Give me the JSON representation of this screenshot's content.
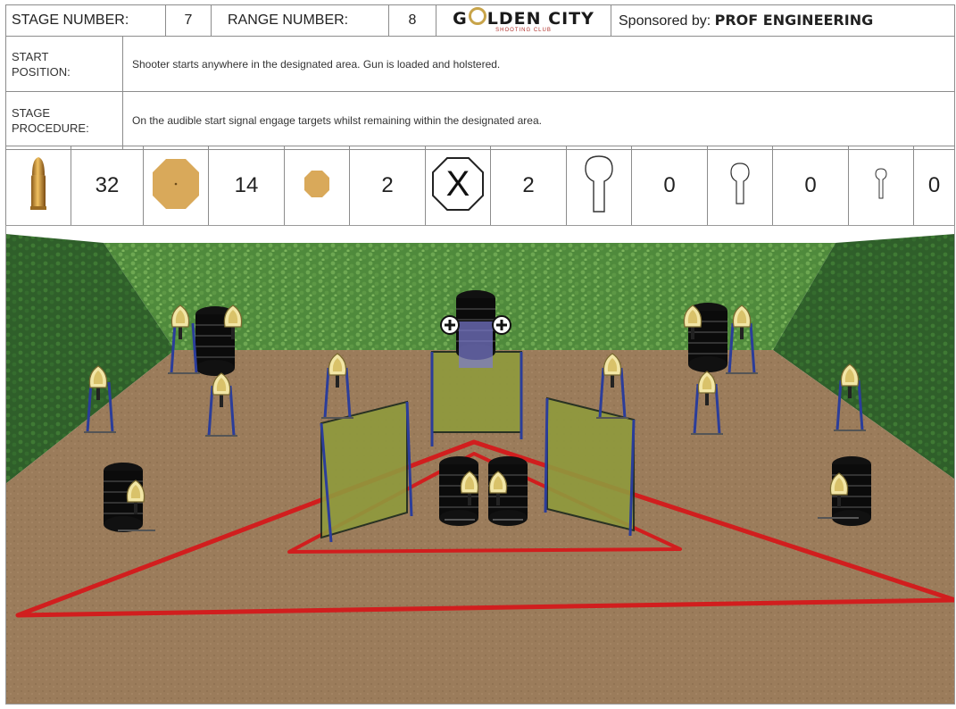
{
  "header": {
    "stage_label": "STAGE NUMBER:",
    "stage_value": "7",
    "range_label": "RANGE NUMBER:",
    "range_value": "8",
    "logo_title_start": "G",
    "logo_title_end": "LDEN CITY",
    "logo_subtitle": "SHOOTING CLUB",
    "sponsor_label": "Sponsored by: ",
    "sponsor_name": "PROF ENGINEERING"
  },
  "start_position": {
    "label_line1": "START",
    "label_line2": "POSITION:",
    "text": "Shooter starts anywhere in the designated area. Gun is loaded and holstered."
  },
  "stage_procedure": {
    "label_line1": "STAGE",
    "label_line2": "PROCEDURE:",
    "text": "On the audible start signal engage targets whilst remaining within the designated area."
  },
  "counts": [
    {
      "icon": "bullet-icon",
      "value": "32"
    },
    {
      "icon": "large-steel-octagon-icon",
      "value": "14"
    },
    {
      "icon": "small-steel-octagon-icon",
      "value": "2"
    },
    {
      "icon": "no-shoot-icon",
      "value": "2"
    },
    {
      "icon": "large-popper-icon",
      "value": "0"
    },
    {
      "icon": "medium-popper-icon",
      "value": "0"
    },
    {
      "icon": "small-popper-icon",
      "value": "0"
    }
  ],
  "colors": {
    "steel": "#d9a95a",
    "fault_line": "#d11e1e",
    "berm": "#3f7a34",
    "ground": "#9b7c5b",
    "barrier": "#8f9a3d"
  }
}
